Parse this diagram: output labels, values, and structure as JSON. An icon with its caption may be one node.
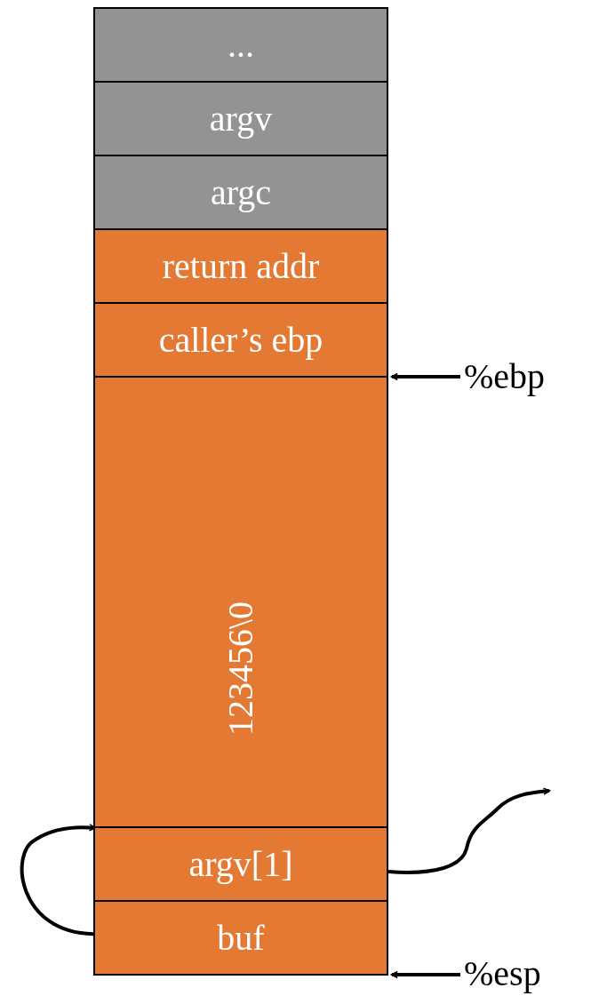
{
  "diagram": {
    "nodes": [
      {
        "text": [
          "..."
        ]
      },
      {
        "text": [
          "argv"
        ]
      },
      {
        "text": [
          "argc"
        ]
      },
      {
        "text": [
          "return addr"
        ]
      },
      {
        "text": [
          "caller’s ebp"
        ]
      },
      {
        "text": [
          "123456\\0"
        ]
      },
      {
        "text": [
          "argv[1]"
        ]
      },
      {
        "text": [
          "buf"
        ]
      },
      {
        "text": [
          "%ebp"
        ]
      },
      {
        "text": [
          "%esp"
        ]
      }
    ],
    "edges": [
      {
        "from": 8,
        "to": 4,
        "arrow": "to"
      },
      {
        "from": 9,
        "to": 7,
        "arrow": "to"
      },
      {
        "from": 7,
        "to": 5,
        "arrow": "to"
      },
      {
        "from": 6,
        "to": null,
        "arrow": "to"
      }
    ]
  }
}
